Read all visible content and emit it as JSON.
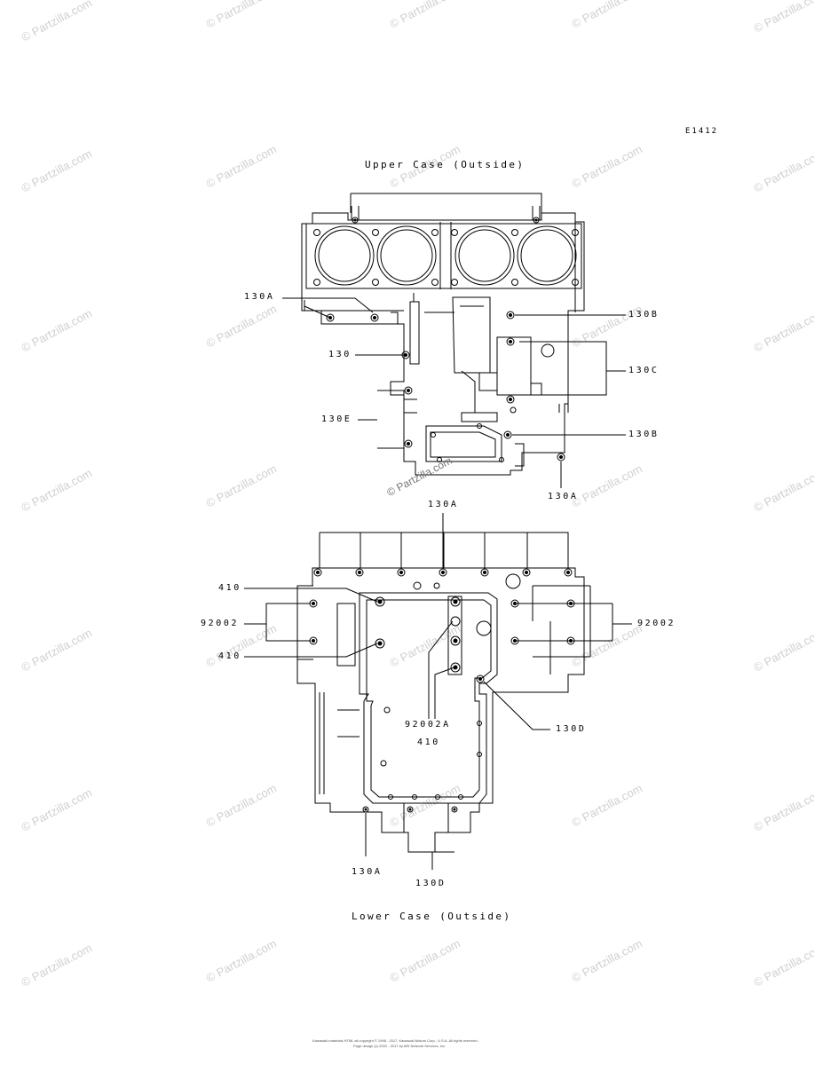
{
  "diagram_code": "E1412",
  "upper_case": {
    "title": "Upper Case (Outside)",
    "callouts": {
      "c130A_top": "130A",
      "c130": "130",
      "c130E": "130E",
      "c130B_upper": "130B",
      "c130C": "130C",
      "c130B_lower": "130B",
      "c130A_bottom": "130A"
    }
  },
  "lower_case": {
    "title": "Lower Case (Outside)",
    "callouts": {
      "c130A_top": "130A",
      "c410_left_top": "410",
      "c92002_left": "92002",
      "c410_left_bottom": "410",
      "c92002_right": "92002",
      "c92002A": "92002A",
      "c410_center": "410",
      "c130D_right": "130D",
      "c130A_bottom": "130A",
      "c130D_bottom": "130D"
    }
  },
  "watermark": {
    "inline": "© Partzilla.com",
    "tile": "© Partzilla.com"
  },
  "footer": {
    "line1": "Kawasaki materials HTML all copyright © 1998 - 2017, Kawasaki Motors Corp., U.S.A. All rights reserved.",
    "line2": "Page design (c) 2002 - 2017 by ARI Network Services, Inc."
  }
}
